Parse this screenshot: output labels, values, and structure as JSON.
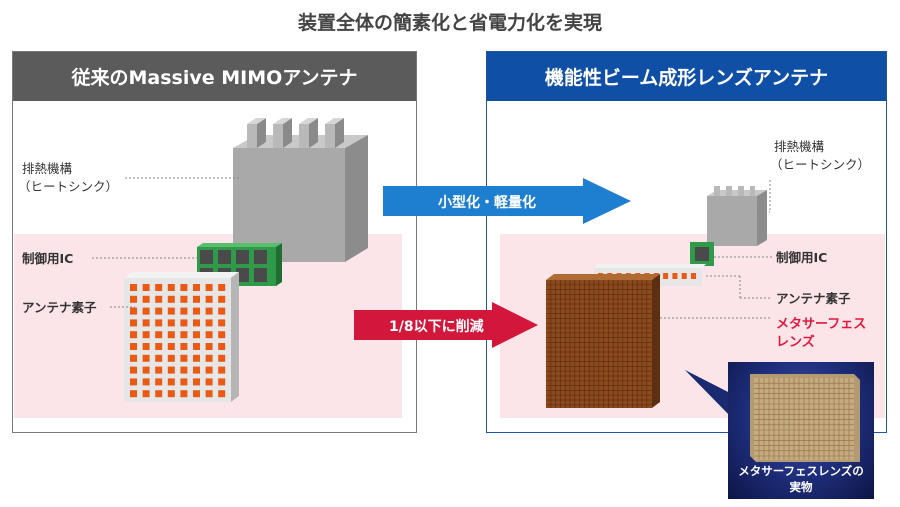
{
  "title": "装置全体の簡素化と省電力化を実現",
  "left_panel": {
    "header": "従来のMassive MIMOアンテナ",
    "labels": {
      "heatsink_line1": "排熱機構",
      "heatsink_line2": "（ヒートシンク）",
      "ic": "制御用IC",
      "antenna": "アンテナ素子"
    }
  },
  "right_panel": {
    "header": "機能性ビーム成形レンズアンテナ",
    "labels": {
      "heatsink_line1": "排熱機構",
      "heatsink_line2": "（ヒートシンク）",
      "ic": "制御用IC",
      "antenna": "アンテナ素子",
      "lens_line1": "メタサーフェス",
      "lens_line2": "レンズ"
    },
    "photo_caption_line1": "メタサーフェスレンズの",
    "photo_caption_line2": "実物"
  },
  "arrows": {
    "top": "小型化・軽量化",
    "bottom": "1/8以下に削減"
  },
  "colors": {
    "left_header": "#5b5b5b",
    "right_header": "#0f4fa6",
    "blue_arrow": "#1e7fd0",
    "red_arrow": "#d2173a",
    "pink_zone": "#fbe5e8",
    "antenna_element": "#ea5a14",
    "ic_board": "#2e9a4a",
    "lens": "#8a4a1e"
  }
}
